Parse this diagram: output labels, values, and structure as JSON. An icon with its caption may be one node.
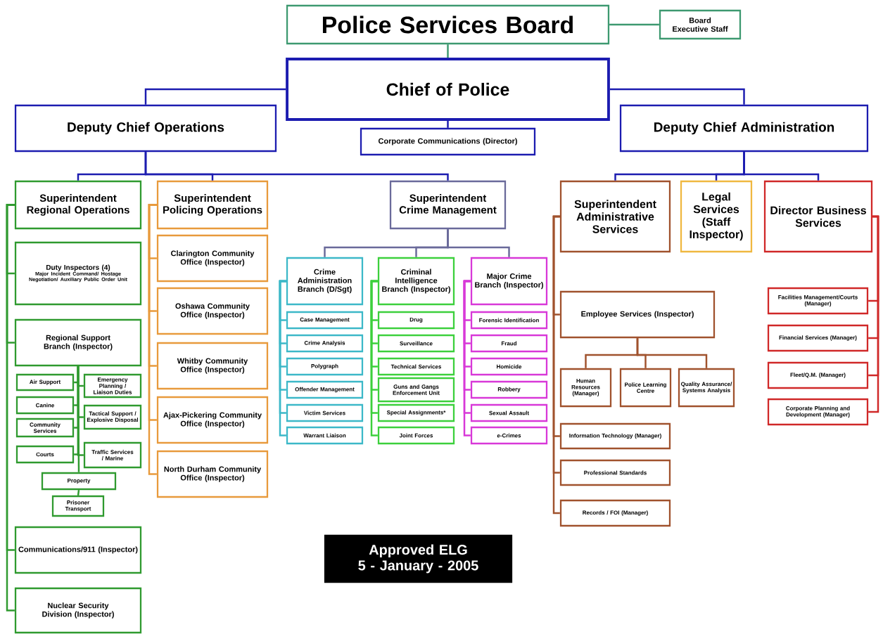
{
  "diagram": {
    "nodes": [
      {
        "text": [
          "Police Services Board"
        ]
      },
      {
        "text": [
          "Board Executive Staff"
        ]
      },
      {
        "text": [
          "Chief of Police"
        ]
      },
      {
        "text": [
          "Deputy Chief Operations"
        ]
      },
      {
        "text": [
          "Corporate Communications (Director)"
        ]
      },
      {
        "text": [
          "Deputy Chief Administration"
        ]
      },
      {
        "text": [
          "Superintendent Regional Operations"
        ]
      },
      {
        "text": [
          "Superintendent Policing Operations"
        ]
      },
      {
        "text": [
          "Superintendent Crime Management"
        ]
      },
      {
        "text": [
          "Superintendent Administrative Services"
        ]
      },
      {
        "text": [
          "Legal Services (Staff Inspector)"
        ]
      },
      {
        "text": [
          "Director Business Services"
        ]
      },
      {
        "text": [
          "Duty Inspectors (4)",
          "Major Incident Command/ Hostage Negotiation/ Auxiliary Public Order Unit"
        ]
      },
      {
        "text": [
          "Regional Support Branch (Inspector)"
        ]
      },
      {
        "text": [
          "Air Support"
        ]
      },
      {
        "text": [
          "Emergency Planning / Liaison Duties"
        ]
      },
      {
        "text": [
          "Canine"
        ]
      },
      {
        "text": [
          "Tactical Support / Explosive Disposal"
        ]
      },
      {
        "text": [
          "Community Services"
        ]
      },
      {
        "text": [
          "Traffic Services / Marine"
        ]
      },
      {
        "text": [
          "Courts"
        ]
      },
      {
        "text": [
          "Property"
        ]
      },
      {
        "text": [
          "Prisoner Transport"
        ]
      },
      {
        "text": [
          "Communications/911 (Inspector)"
        ]
      },
      {
        "text": [
          "Nuclear Security Division (Inspector)"
        ]
      },
      {
        "text": [
          "Clarington Community Office (Inspector)"
        ]
      },
      {
        "text": [
          "Oshawa Community Office (Inspector)"
        ]
      },
      {
        "text": [
          "Whitby Community Office (Inspector)"
        ]
      },
      {
        "text": [
          "Ajax-Pickering Community Office (Inspector)"
        ]
      },
      {
        "text": [
          "North Durham Community Office (Inspector)"
        ]
      },
      {
        "text": [
          "Crime Administration Branch (D/Sgt)"
        ]
      },
      {
        "text": [
          "Criminal Intelligence Branch (Inspector)"
        ]
      },
      {
        "text": [
          "Major Crime Branch (Inspector)"
        ]
      },
      {
        "text": [
          "Case Management"
        ]
      },
      {
        "text": [
          "Crime Analysis"
        ]
      },
      {
        "text": [
          "Polygraph"
        ]
      },
      {
        "text": [
          "Offender Management"
        ]
      },
      {
        "text": [
          "Victim Services"
        ]
      },
      {
        "text": [
          "Warrant Liaison"
        ]
      },
      {
        "text": [
          "Drug"
        ]
      },
      {
        "text": [
          "Surveillance"
        ]
      },
      {
        "text": [
          "Technical Services"
        ]
      },
      {
        "text": [
          "Guns and Gangs Enforcement Unit"
        ]
      },
      {
        "text": [
          "Special Assignments*"
        ]
      },
      {
        "text": [
          "Joint Forces"
        ]
      },
      {
        "text": [
          "Forensic Identification"
        ]
      },
      {
        "text": [
          "Fraud"
        ]
      },
      {
        "text": [
          "Homicide"
        ]
      },
      {
        "text": [
          "Robbery"
        ]
      },
      {
        "text": [
          "Sexual Assault"
        ]
      },
      {
        "text": [
          "e-Crimes"
        ]
      },
      {
        "text": [
          "Employee Services (Inspector)"
        ]
      },
      {
        "text": [
          "Human Resources (Manager)"
        ]
      },
      {
        "text": [
          "Police Learning Centre"
        ]
      },
      {
        "text": [
          "Quality Assurance/ Systems Analysis"
        ]
      },
      {
        "text": [
          "Information Technology (Manager)"
        ]
      },
      {
        "text": [
          "Professional Standards"
        ]
      },
      {
        "text": [
          "Records / FOI (Manager)"
        ]
      },
      {
        "text": [
          "Facilities Management/Courts (Manager)"
        ]
      },
      {
        "text": [
          "Financial Services (Manager)"
        ]
      },
      {
        "text": [
          "Fleet/Q.M. (Manager)"
        ]
      },
      {
        "text": [
          "Corporate Planning and Development (Manager)"
        ]
      },
      {
        "text": [
          "Approved ELG",
          "5 - January - 2005"
        ]
      }
    ],
    "edges": [
      {
        "from": 0,
        "to": 1,
        "arrow": "none",
        "color": "#3d9970"
      },
      {
        "from": 0,
        "to": 2,
        "arrow": "none",
        "color": "#3d9970"
      },
      {
        "from": 2,
        "to": 3,
        "arrow": "none",
        "color": "#1c1cb0"
      },
      {
        "from": 2,
        "to": 4,
        "arrow": "none",
        "color": "#1c1cb0"
      },
      {
        "from": 2,
        "to": 5,
        "arrow": "none",
        "color": "#1c1cb0"
      },
      {
        "from": 3,
        "to": 6,
        "arrow": "none",
        "color": "#1c1cb0"
      },
      {
        "from": 3,
        "to": 7,
        "arrow": "none",
        "color": "#1c1cb0"
      },
      {
        "from": 3,
        "to": 8,
        "arrow": "none",
        "color": "#1c1cb0"
      },
      {
        "from": 5,
        "to": 9,
        "arrow": "none",
        "color": "#1c1cb0"
      },
      {
        "from": 5,
        "to": 10,
        "arrow": "none",
        "color": "#1c1cb0"
      },
      {
        "from": 5,
        "to": 11,
        "arrow": "none",
        "color": "#1c1cb0"
      },
      {
        "from": 6,
        "to": 12,
        "arrow": "none"
      },
      {
        "from": 6,
        "to": 13,
        "arrow": "none"
      },
      {
        "from": 6,
        "to": 23,
        "arrow": "none"
      },
      {
        "from": 6,
        "to": 24,
        "arrow": "none"
      },
      {
        "from": 13,
        "to": 14,
        "arrow": "none"
      },
      {
        "from": 13,
        "to": 15,
        "arrow": "none"
      },
      {
        "from": 13,
        "to": 16,
        "arrow": "none"
      },
      {
        "from": 13,
        "to": 17,
        "arrow": "none"
      },
      {
        "from": 13,
        "to": 18,
        "arrow": "none"
      },
      {
        "from": 13,
        "to": 19,
        "arrow": "none"
      },
      {
        "from": 13,
        "to": 20,
        "arrow": "none"
      },
      {
        "from": 13,
        "to": 21,
        "arrow": "none"
      },
      {
        "from": 21,
        "to": 22,
        "arrow": "none"
      },
      {
        "from": 7,
        "to": 25,
        "arrow": "none",
        "color": "#e89a3c"
      },
      {
        "from": 7,
        "to": 26,
        "arrow": "none",
        "color": "#e89a3c"
      },
      {
        "from": 7,
        "to": 27,
        "arrow": "none",
        "color": "#e89a3c"
      },
      {
        "from": 7,
        "to": 28,
        "arrow": "none",
        "color": "#e89a3c"
      },
      {
        "from": 7,
        "to": 29,
        "arrow": "none",
        "color": "#e89a3c"
      },
      {
        "from": 8,
        "to": 30,
        "arrow": "none",
        "color": "#6a6a9a"
      },
      {
        "from": 8,
        "to": 31,
        "arrow": "none",
        "color": "#6a6a9a"
      },
      {
        "from": 8,
        "to": 32,
        "arrow": "none",
        "color": "#6a6a9a"
      },
      {
        "from": 30,
        "to": 33,
        "arrow": "none",
        "color": "#3cb8c8"
      },
      {
        "from": 30,
        "to": 34,
        "arrow": "none",
        "color": "#3cb8c8"
      },
      {
        "from": 30,
        "to": 35,
        "arrow": "none",
        "color": "#3cb8c8"
      },
      {
        "from": 30,
        "to": 36,
        "arrow": "none",
        "color": "#3cb8c8"
      },
      {
        "from": 30,
        "to": 37,
        "arrow": "none",
        "color": "#3cb8c8"
      },
      {
        "from": 30,
        "to": 38,
        "arrow": "none",
        "color": "#3cb8c8"
      },
      {
        "from": 31,
        "to": 39,
        "arrow": "none",
        "color": "#3cd03c"
      },
      {
        "from": 31,
        "to": 40,
        "arrow": "none",
        "color": "#3cd03c"
      },
      {
        "from": 31,
        "to": 41,
        "arrow": "none",
        "color": "#3cd03c"
      },
      {
        "from": 31,
        "to": 42,
        "arrow": "none",
        "color": "#3cd03c"
      },
      {
        "from": 31,
        "to": 43,
        "arrow": "none",
        "color": "#3cd03c"
      },
      {
        "from": 31,
        "to": 44,
        "arrow": "none",
        "color": "#3cd03c"
      },
      {
        "from": 32,
        "to": 45,
        "arrow": "none",
        "color": "#d838d8"
      },
      {
        "from": 32,
        "to": 46,
        "arrow": "none",
        "color": "#d838d8"
      },
      {
        "from": 32,
        "to": 47,
        "arrow": "none",
        "color": "#d838d8"
      },
      {
        "from": 32,
        "to": 48,
        "arrow": "none",
        "color": "#d838d8"
      },
      {
        "from": 32,
        "to": 49,
        "arrow": "none",
        "color": "#d838d8"
      },
      {
        "from": 32,
        "to": 50,
        "arrow": "none",
        "color": "#d838d8"
      },
      {
        "from": 9,
        "to": 51,
        "arrow": "none",
        "color": "#a0522d"
      },
      {
        "from": 9,
        "to": 55,
        "arrow": "none",
        "color": "#a0522d"
      },
      {
        "from": 9,
        "to": 56,
        "arrow": "none",
        "color": "#a0522d"
      },
      {
        "from": 9,
        "to": 57,
        "arrow": "none",
        "color": "#a0522d"
      },
      {
        "from": 51,
        "to": 52,
        "arrow": "none",
        "color": "#a0522d"
      },
      {
        "from": 51,
        "to": 53,
        "arrow": "none",
        "color": "#a0522d"
      },
      {
        "from": 51,
        "to": 54,
        "arrow": "none",
        "color": "#a0522d"
      },
      {
        "from": 11,
        "to": 58,
        "arrow": "none",
        "color": "#d02828"
      },
      {
        "from": 11,
        "to": 59,
        "arrow": "none",
        "color": "#d02828"
      },
      {
        "from": 11,
        "to": 60,
        "arrow": "none",
        "color": "#d02828"
      },
      {
        "from": 11,
        "to": 61,
        "arrow": "none",
        "color": "#d02828"
      }
    ]
  }
}
